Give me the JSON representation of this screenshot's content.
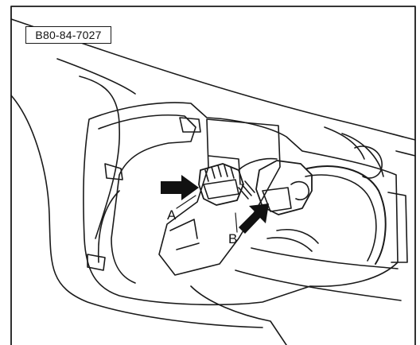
{
  "figure": {
    "reference_code": "B80-84-7027",
    "callouts": [
      {
        "letter": "A"
      },
      {
        "letter": "B"
      }
    ],
    "colors": {
      "line": "#1a1a1a",
      "arrow": "#111111",
      "background": "#ffffff"
    }
  }
}
